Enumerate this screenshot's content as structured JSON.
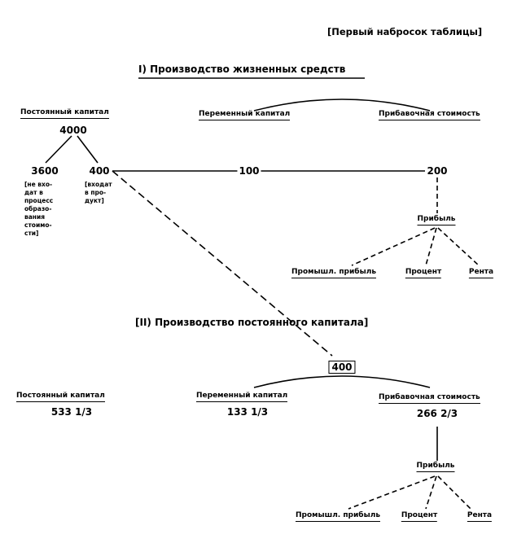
{
  "page_title": "[Первый набросок таблицы]",
  "section1": {
    "title": "I) Производство жизненных средств",
    "constant_capital": {
      "label": "Постоянный капитал",
      "value": "4000",
      "split_left_value": "3600",
      "split_left_note": "[не вхо-\nдат в\nпроцесс\nобразо-\nвания\nстоимо-\nсти]",
      "split_right_value": "400",
      "split_right_note": "[входат\nв про-\nдукт]"
    },
    "variable_capital": {
      "label": "Переменный капитал",
      "value": "100"
    },
    "surplus_value": {
      "label": "Прибавочная стоимость",
      "value": "200"
    },
    "profit": {
      "label": "Прибыль",
      "branches": [
        "Промышл. прибыль",
        "Процент",
        "Рента"
      ]
    }
  },
  "section2": {
    "title": "[II) Производство постоянного капитала]",
    "input_value": "400",
    "constant_capital": {
      "label": "Постоянный капитал",
      "value": "533 1/3"
    },
    "variable_capital": {
      "label": "Переменный капитал",
      "value": "133 1/3"
    },
    "surplus_value": {
      "label": "Прибавочная стоимость",
      "value": "266 2/3"
    },
    "profit": {
      "label": "Прибыль",
      "branches": [
        "Промышл. прибыль",
        "Процент",
        "Рента"
      ]
    }
  }
}
